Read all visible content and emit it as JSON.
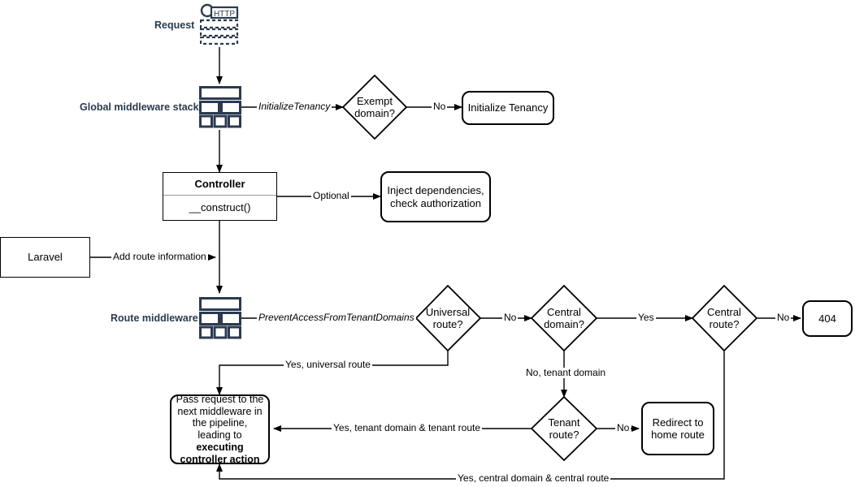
{
  "diagram": {
    "title": "Laravel multi-tenancy request lifecycle flowchart",
    "stroke_color": "#000000",
    "icon_color": "#2b3a4f",
    "label_color": "#2b3a4f",
    "background": "#ffffff"
  },
  "side_labels": {
    "request": "Request",
    "global_middleware_stack": "Global middleware stack",
    "route_middleware": "Route middleware"
  },
  "icons": {
    "http_icon_label": "HTTP",
    "http_icon_name": "http-request-icon",
    "middleware_stack_icon_name": "middleware-stack-icon"
  },
  "nodes": {
    "exempt_domain": "Exempt\ndomain?",
    "exempt_domain_line1": "Exempt",
    "exempt_domain_line2": "domain?",
    "initialize_tenancy": "Initialize Tenancy",
    "controller_title": "Controller",
    "controller_method": "__construct()",
    "inject_dependencies_line1": "Inject dependencies,",
    "inject_dependencies_line2": "check authorization",
    "laravel": "Laravel",
    "universal_route_line1": "Universal",
    "universal_route_line2": "route?",
    "central_domain_line1": "Central",
    "central_domain_line2": "domain?",
    "central_route_line1": "Central",
    "central_route_line2": "route?",
    "not_found": "404",
    "tenant_route_line1": "Tenant",
    "tenant_route_line2": "route?",
    "redirect_home_line1": "Redirect to",
    "redirect_home_line2": "home route",
    "pass_request_part1": "Pass request to the next middleware in the pipeline, leading to ",
    "pass_request_bold": "executing controller action"
  },
  "edge_labels": {
    "initialize_tenancy_mw": "InitializeTenancy",
    "exempt_no": "No",
    "optional": "Optional",
    "add_route_information": "Add route information",
    "prevent_access_mw": "PreventAccessFromTenantDomains",
    "universal_no": "No",
    "central_domain_yes": "Yes",
    "central_route_no": "No",
    "no_tenant_domain": "No, tenant domain",
    "yes_universal_route": "Yes, universal route",
    "yes_tenant_domain_tenant_route": "Yes, tenant domain & tenant route",
    "tenant_route_no": "No",
    "yes_central_domain_central_route": "Yes, central domain & central route"
  }
}
